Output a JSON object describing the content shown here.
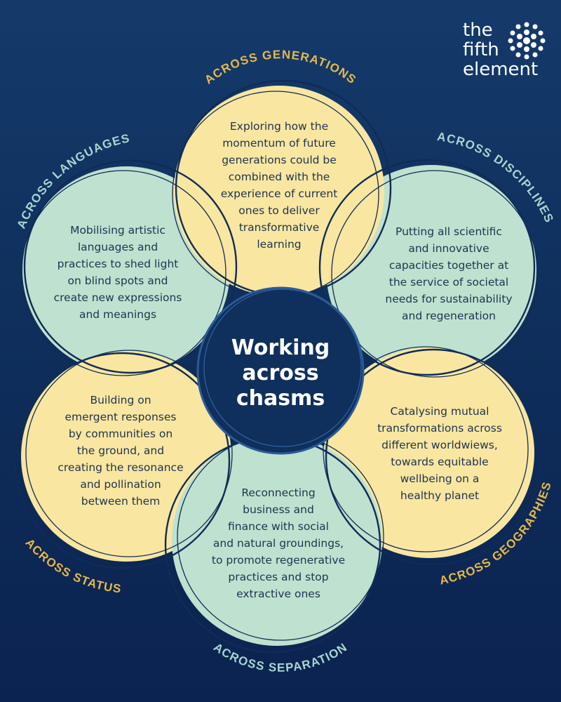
{
  "brand": {
    "line1": "the",
    "line2": "fifth",
    "line3": "element"
  },
  "center": {
    "line1": "Working",
    "line2": "across",
    "line3": "chasms"
  },
  "colors": {
    "background": "#0f2f5c",
    "yellow": "#f9e6a1",
    "mint": "#bfe1cf",
    "gold_label": "#e8b84a",
    "teal_label": "#a7d6cf",
    "ring": "#102c56"
  },
  "circles": [
    {
      "id": "generations",
      "label": "ACROSS GENERATIONS",
      "text": [
        "Exploring how the",
        "momentum of future",
        "generations could be",
        "combined with the",
        "experience of current",
        "ones to deliver",
        "transformative",
        "learning"
      ]
    },
    {
      "id": "disciplines",
      "label": "ACROSS DISCIPLINES",
      "text": [
        "Putting all scientific",
        "and innovative",
        "capacities together at",
        "the service of societal",
        "needs for sustainability",
        "and regeneration"
      ]
    },
    {
      "id": "geographies",
      "label": "ACROSS GEOGRAPHIES",
      "text": [
        "Catalysing mutual",
        "transformations across",
        "different worldwiews,",
        "towards equitable",
        "wellbeing on a",
        "healthy planet"
      ]
    },
    {
      "id": "separation",
      "label": "ACROSS SEPARATION",
      "text": [
        "Reconnecting",
        "business and",
        "finance with social",
        "and natural groundings,",
        "to promote regenerative",
        "practices and stop",
        "extractive ones"
      ]
    },
    {
      "id": "status",
      "label": "ACROSS STATUS",
      "text": [
        "Building on",
        "emergent responses",
        "by communities on",
        "the ground, and",
        "creating the resonance",
        "and pollination",
        "between them"
      ]
    },
    {
      "id": "languages",
      "label": "ACROSS LANGUAGES",
      "text": [
        "Mobilising artistic",
        "languages and",
        "practices to shed light",
        "on blind spots and",
        "create new expressions",
        "and meanings"
      ]
    }
  ]
}
